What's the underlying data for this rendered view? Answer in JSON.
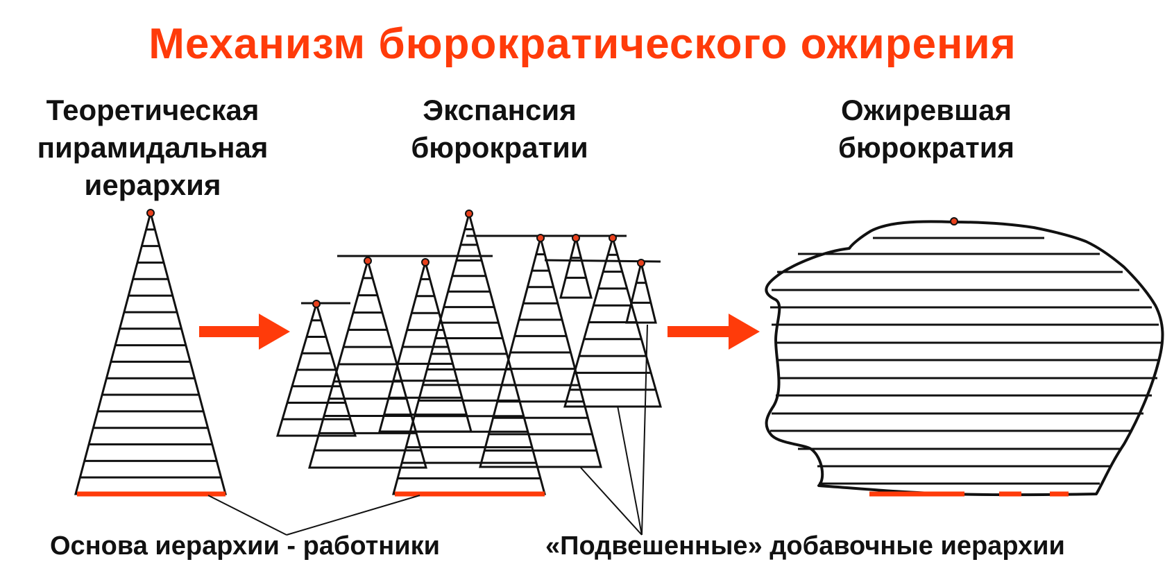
{
  "title": "Механизм бюрократического ожирения",
  "captions": {
    "theoretical": [
      "Теоретическая",
      "пирамидальная",
      "иерархия"
    ],
    "expansion": [
      "Экспансия",
      "бюрократии"
    ],
    "obese": [
      "Ожиревшая",
      "бюрократия"
    ]
  },
  "labels": {
    "base": "Основа иерархии - работники",
    "suspended": "«Подвешенные» добавочные иерархии"
  },
  "colors": {
    "accent": "#ff3b0a",
    "ink": "#111111",
    "node": "#e8401c"
  },
  "icons": {
    "arrow1": "right-arrow-icon",
    "arrow2": "right-arrow-icon"
  }
}
